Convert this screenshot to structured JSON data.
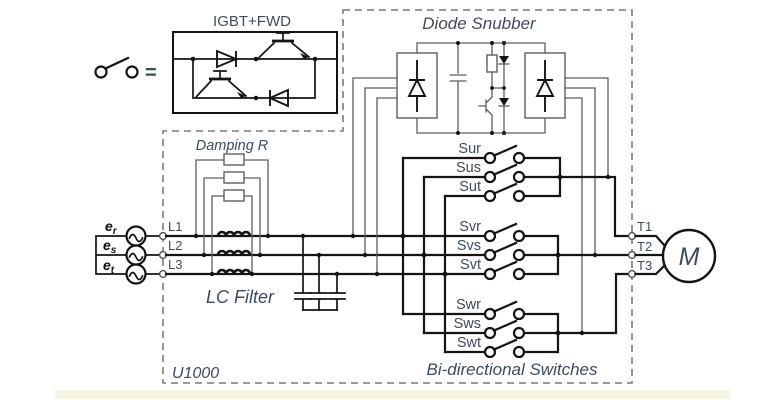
{
  "diagram": {
    "legend": {
      "equals_sign": "=",
      "igbt_label": "IGBT+FWD"
    },
    "section_labels": {
      "diode_snubber": "Diode Snubber",
      "damping_r": "Damping R",
      "lc_filter": "LC Filter",
      "u1000": "U1000",
      "bidirectional_switches": "Bi-directional Switches"
    },
    "switches": [
      "Sur",
      "Sus",
      "Sut",
      "Svr",
      "Svs",
      "Svt",
      "Swr",
      "Sws",
      "Swt"
    ],
    "input_terminals": [
      "L1",
      "L2",
      "L3"
    ],
    "output_terminals": [
      "T1",
      "T2",
      "T3"
    ],
    "sources": [
      {
        "label": "e",
        "sub": "r"
      },
      {
        "label": "e",
        "sub": "s"
      },
      {
        "label": "e",
        "sub": "t"
      }
    ],
    "motor_label": "M",
    "colors": {
      "wire": "#141414",
      "thin_wire": "#5f5f5f",
      "label_text": "#3d4b5e",
      "dashed_border": "#7a7a7a",
      "bottom_strip": "#f5f3e2"
    }
  }
}
